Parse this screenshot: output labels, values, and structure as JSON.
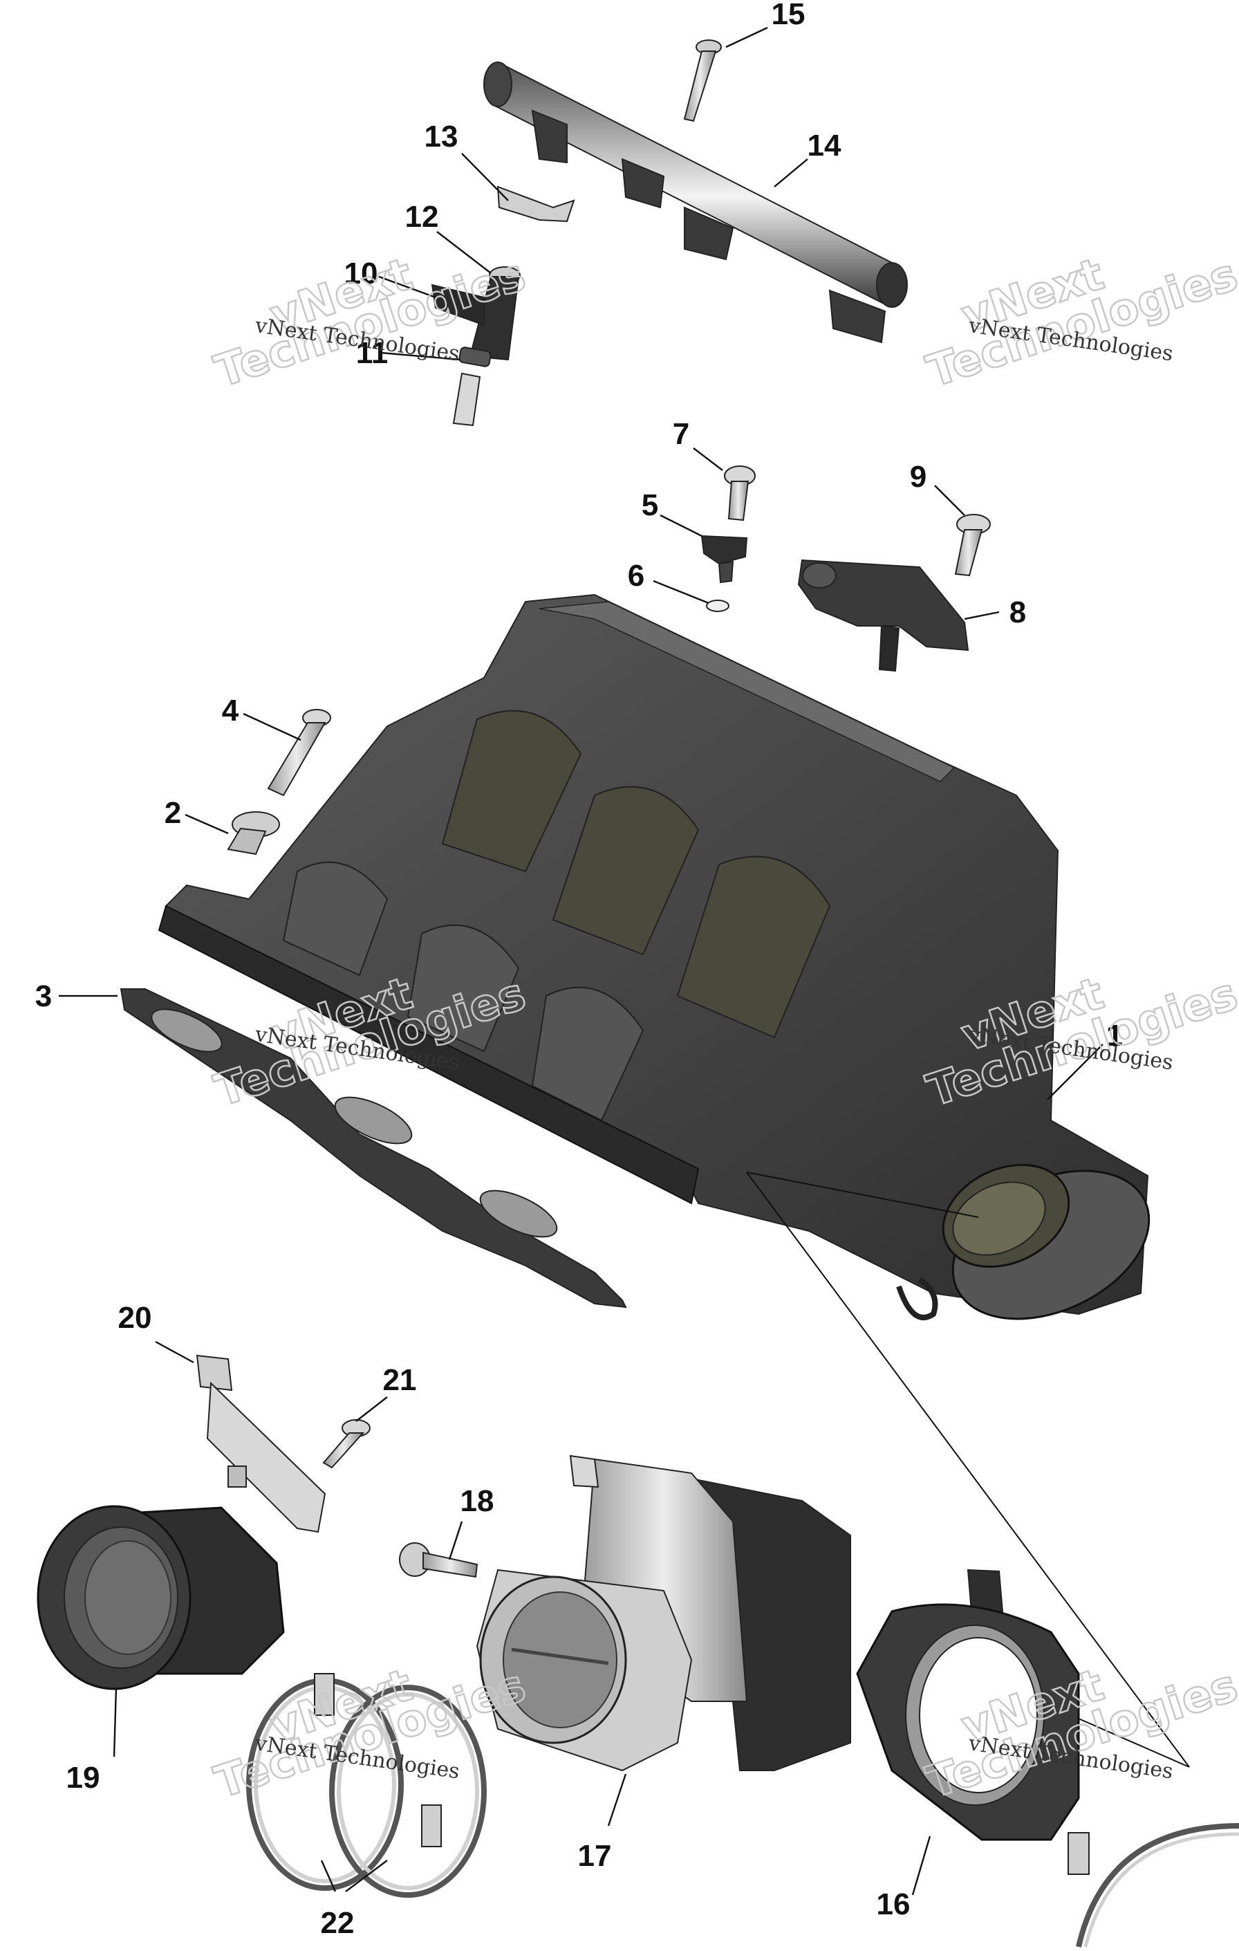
{
  "callouts": {
    "c1": "1",
    "c2": "2",
    "c3": "3",
    "c4": "4",
    "c5": "5",
    "c6": "6",
    "c7": "7",
    "c8": "8",
    "c9": "9",
    "c10": "10",
    "c11": "11",
    "c12": "12",
    "c13": "13",
    "c14": "14",
    "c15": "15",
    "c16": "16",
    "c17": "17",
    "c18": "18",
    "c19": "19",
    "c20": "20",
    "c21": "21",
    "c22": "22"
  },
  "watermark": {
    "line1": "vNext Technologies",
    "big_word1": "vNext",
    "big_word2": "Technologies"
  },
  "colors": {
    "part_dark": "#3a3a3a",
    "part_mid": "#6e6e6e",
    "part_light": "#bdbdbd",
    "part_shadow": "#2a2a2a",
    "watermark": "#c8c8c8"
  }
}
